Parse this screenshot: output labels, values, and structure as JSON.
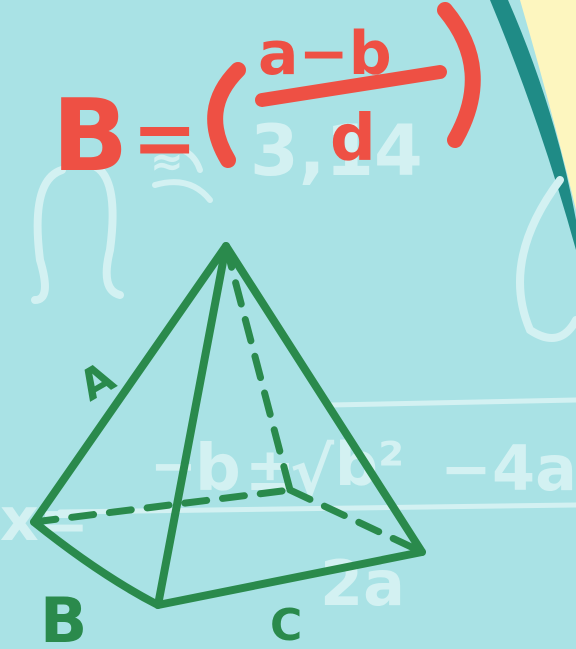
{
  "colors": {
    "background": "#a9e2e5",
    "chalk": "#d3f1f2",
    "formula": "#ee5044",
    "pyramid": "#2a8a4c",
    "board_edge": "#1f8b86",
    "paper": "#fdf6bf"
  },
  "formula": {
    "lhs": "B",
    "eq": "=",
    "numerator": "a−b",
    "denominator": "d"
  },
  "pyramid_labels": {
    "edge": "A",
    "corner": "B",
    "base": "C"
  },
  "chalk_text": {
    "quadratic_lhs": "x=",
    "quadratic_minus": "−",
    "quadratic_b": "b",
    "quadratic_pm": "±",
    "quadratic_sqrt": "√",
    "quadratic_b2": "b²",
    "quadratic_tail": "−4a",
    "quadratic_den": "2a",
    "integral": "∫",
    "frac_num": "≈",
    "frac_den": "3,14"
  }
}
